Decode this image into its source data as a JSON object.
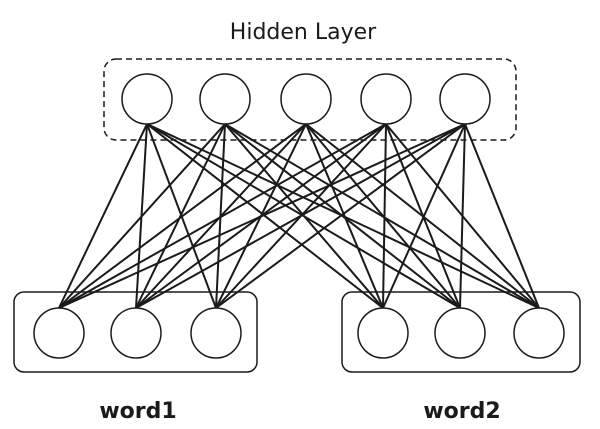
{
  "hidden_layer": {
    "title": "Hidden Layer",
    "node_count": 5
  },
  "groups": [
    {
      "label": "word1",
      "node_count": 3
    },
    {
      "label": "word2",
      "node_count": 3
    }
  ],
  "connectivity": "fully-connected",
  "colors": {
    "stroke": "#1a1a1a",
    "node_fill": "#ffffff",
    "background": "#ffffff"
  }
}
